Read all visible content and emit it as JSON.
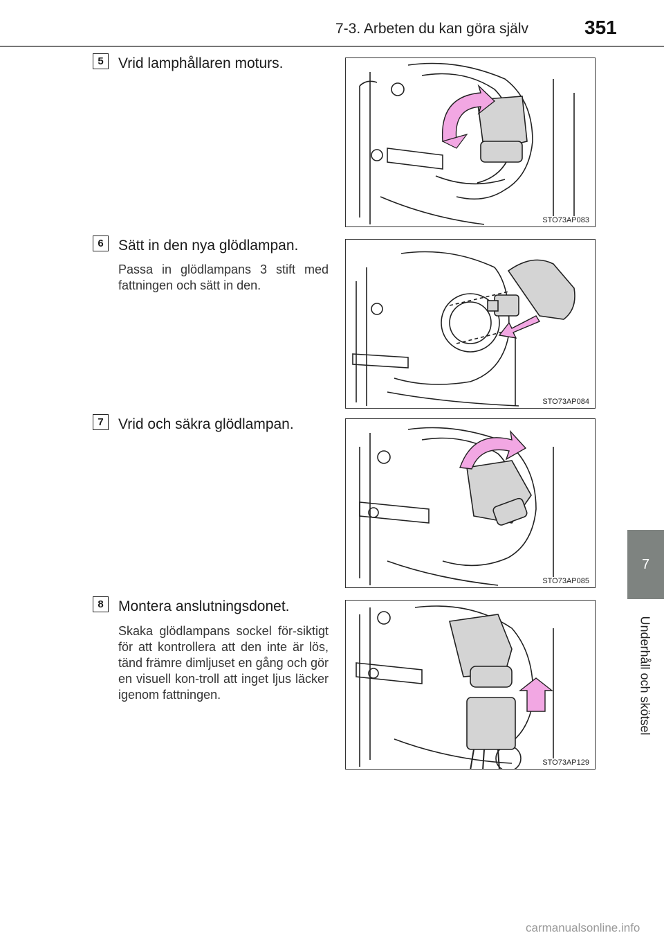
{
  "header": {
    "section": "7-3. Arbeten du kan göra själv",
    "page_number": "351"
  },
  "chapter": {
    "number": "7",
    "title": "Underhåll och skötsel"
  },
  "steps": [
    {
      "number": "5",
      "title": "Vrid lamphållaren moturs.",
      "body": "",
      "figure_code": "STO73AP083"
    },
    {
      "number": "6",
      "title": "Sätt in den nya glödlampan.",
      "body": "Passa in glödlampans 3 stift med fattningen och sätt in den.",
      "figure_code": "STO73AP084"
    },
    {
      "number": "7",
      "title": "Vrid och säkra glödlampan.",
      "body": "",
      "figure_code": "STO73AP085"
    },
    {
      "number": "8",
      "title": "Montera anslutningsdonet.",
      "body": "Skaka glödlampans sockel för-siktigt för att kontrollera att den inte är lös, tänd främre dimljuset en gång och gör en visuell kon-troll att inget ljus läcker igenom fattningen.",
      "figure_code": "STO73AP129"
    }
  ],
  "watermark": "carmanualsonline.info",
  "colors": {
    "arrow_fill": "#f2a7e3",
    "bulb_fill": "#d4d4d4",
    "chapter_tab": "#7e8380"
  }
}
